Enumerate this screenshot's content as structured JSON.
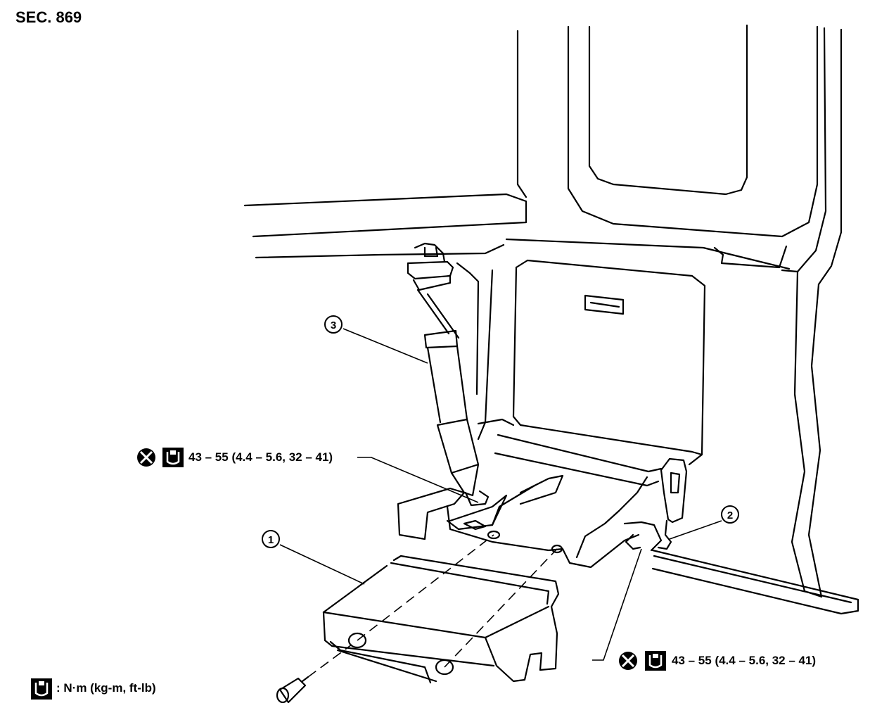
{
  "header": {
    "section": "SEC. 869"
  },
  "callouts": [
    {
      "id": "1"
    },
    {
      "id": "2"
    },
    {
      "id": "3"
    }
  ],
  "torque_specs": [
    {
      "value": "43 – 55 (4.4 – 5.6, 32 – 41)"
    },
    {
      "value": "43 – 55 (4.4 – 5.6, 32 – 41)"
    }
  ],
  "legend": {
    "units": ": N·m (kg-m, ft-lb)"
  },
  "icons": [
    "do-not-reuse-icon",
    "torque-wrench-icon"
  ],
  "colors": {
    "line": "#000000",
    "background": "#ffffff"
  }
}
